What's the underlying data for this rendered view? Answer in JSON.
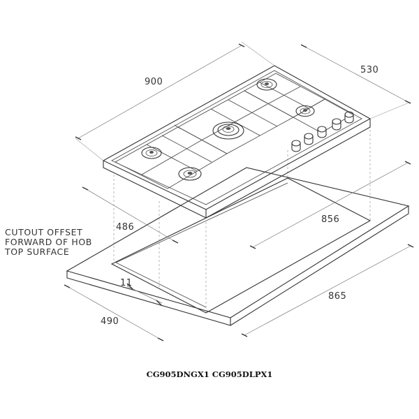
{
  "dimensions": {
    "hob_width": "900",
    "hob_depth": "530",
    "cutout_depth": "486",
    "cutout_width": "856",
    "offset": "11",
    "bench_width": "865",
    "bench_depth": "490"
  },
  "note": {
    "line1": "CUTOUT OFFSET",
    "line2": "FORWARD OF HOB",
    "line3": "TOP SURFACE"
  },
  "caption": "CG905DNGX1 CG905DLPX1"
}
